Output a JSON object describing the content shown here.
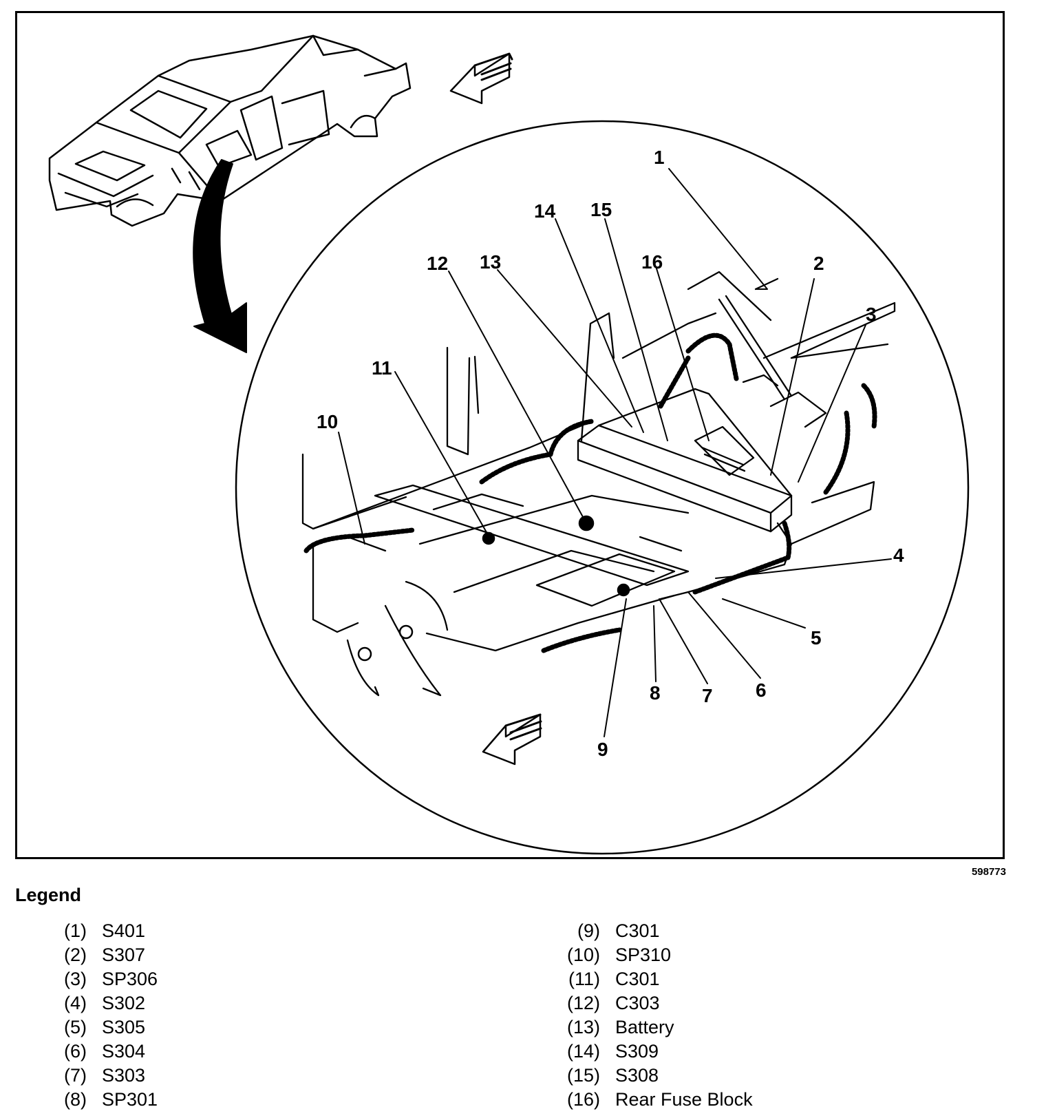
{
  "figure": {
    "id": "598773",
    "callouts": [
      "1",
      "2",
      "3",
      "4",
      "5",
      "6",
      "7",
      "8",
      "9",
      "10",
      "11",
      "12",
      "13",
      "14",
      "15",
      "16"
    ]
  },
  "legend": {
    "title": "Legend",
    "items": [
      {
        "num": "(1)",
        "text": "S401"
      },
      {
        "num": "(2)",
        "text": "S307"
      },
      {
        "num": "(3)",
        "text": "SP306"
      },
      {
        "num": "(4)",
        "text": "S302"
      },
      {
        "num": "(5)",
        "text": "S305"
      },
      {
        "num": "(6)",
        "text": "S304"
      },
      {
        "num": "(7)",
        "text": "S303"
      },
      {
        "num": "(8)",
        "text": "SP301"
      },
      {
        "num": "(9)",
        "text": "C301"
      },
      {
        "num": "(10)",
        "text": "SP310"
      },
      {
        "num": "(11)",
        "text": "C301"
      },
      {
        "num": "(12)",
        "text": "C303"
      },
      {
        "num": "(13)",
        "text": "Battery"
      },
      {
        "num": "(14)",
        "text": "S309"
      },
      {
        "num": "(15)",
        "text": "S308"
      },
      {
        "num": "(16)",
        "text": "Rear Fuse Block"
      }
    ]
  }
}
